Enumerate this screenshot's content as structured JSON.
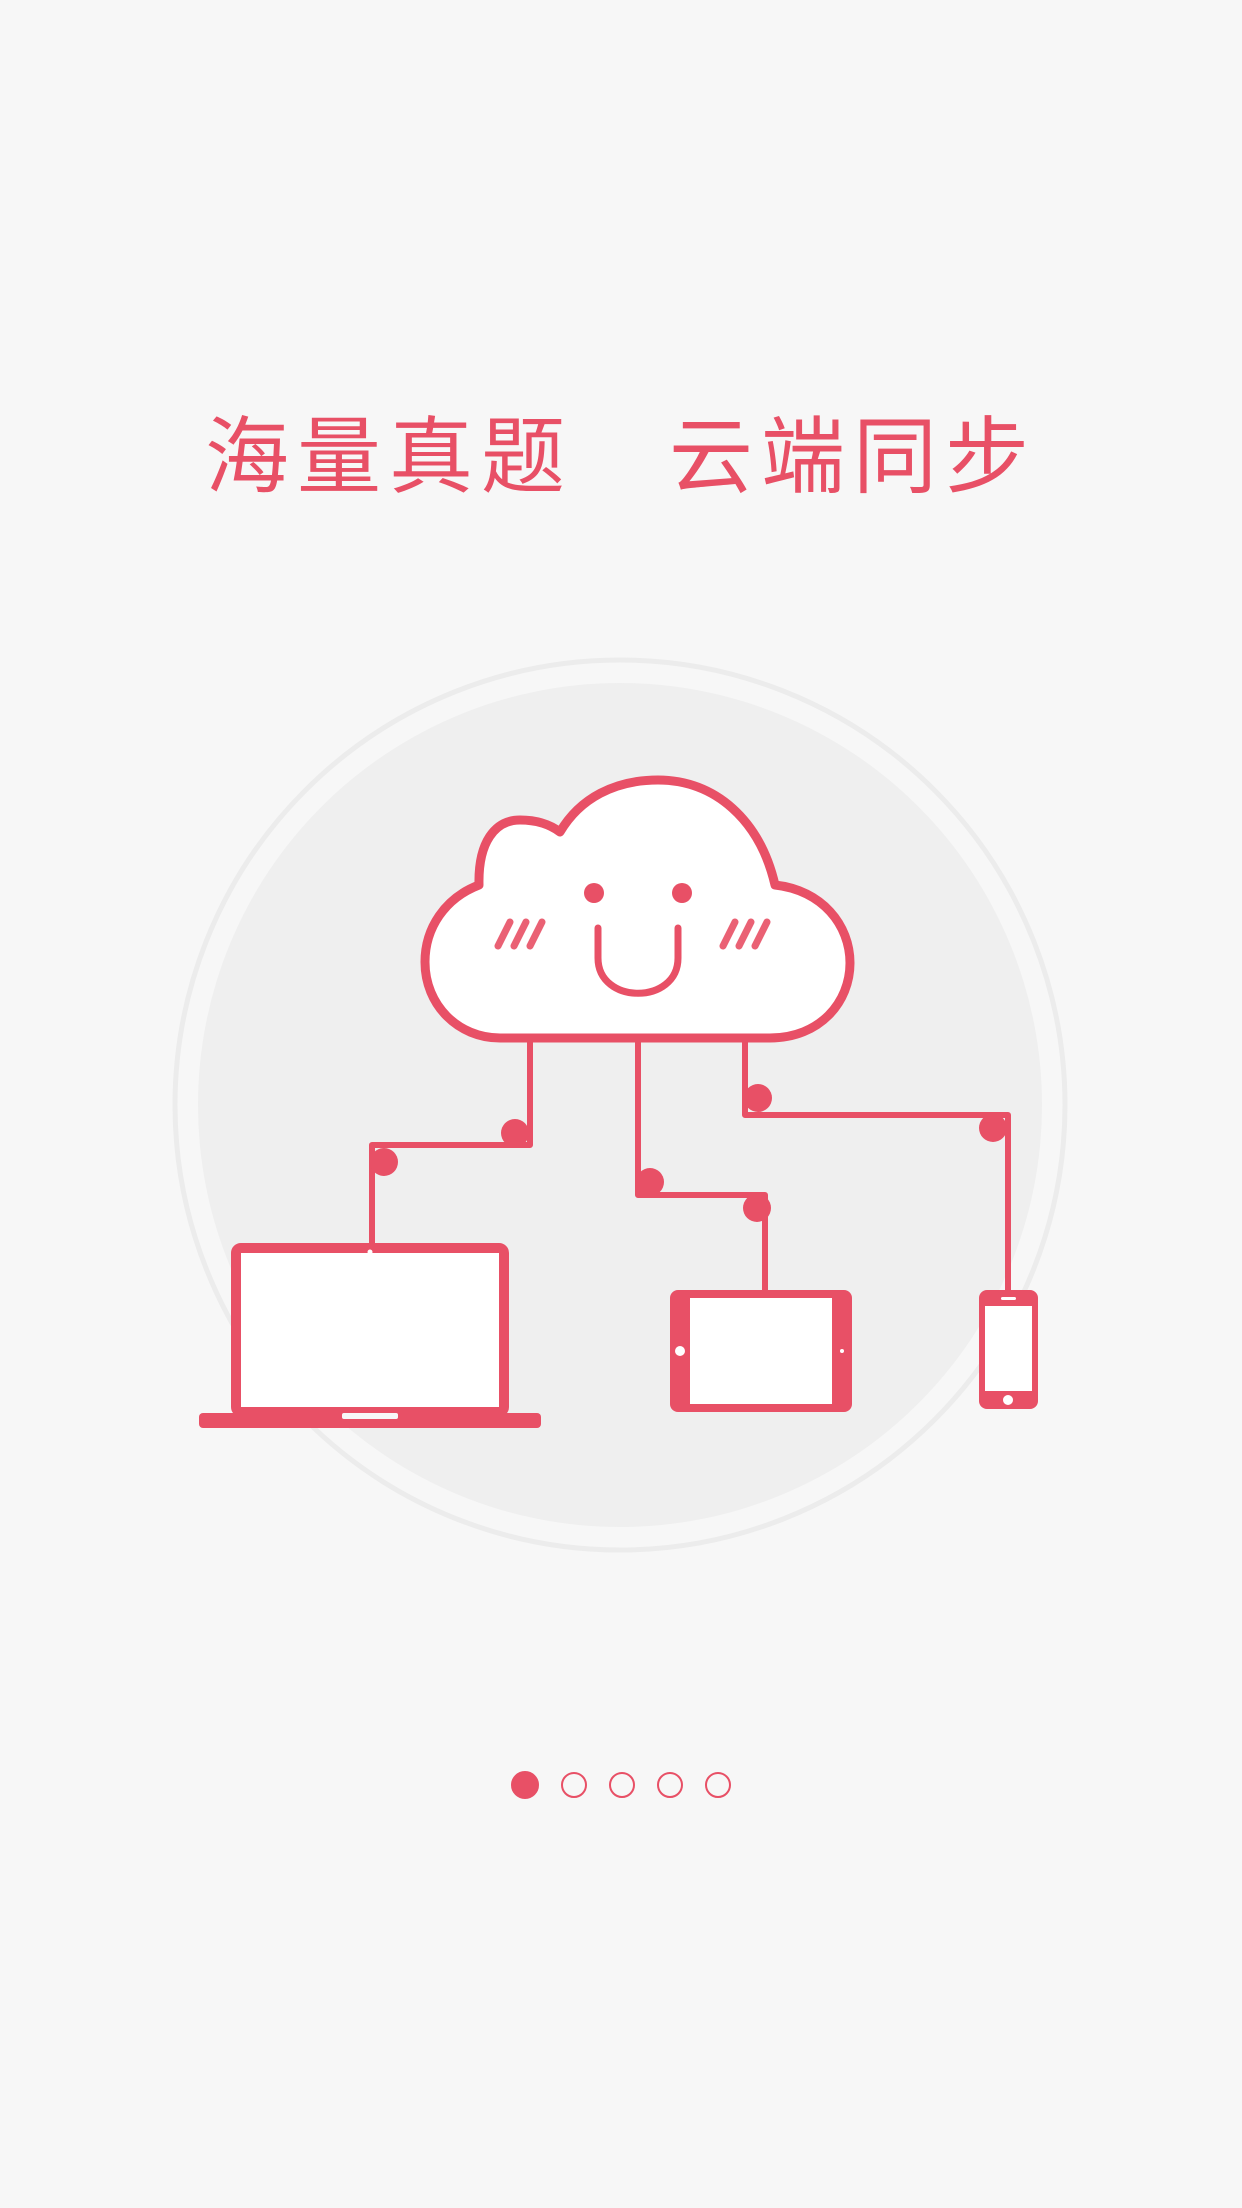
{
  "headline": {
    "left": "海量真题",
    "right": "云端同步"
  },
  "illustration": {
    "cloud": "smiling-cloud",
    "devices": [
      "laptop",
      "tablet",
      "phone"
    ]
  },
  "pager": {
    "total": 5,
    "active_index": 0,
    "dots": [
      "page-1",
      "page-2",
      "page-3",
      "page-4",
      "page-5"
    ]
  },
  "colors": {
    "accent": "#e85066",
    "background": "#f7f7f7",
    "circle_fill": "#efefef",
    "circle_ring": "#ececec"
  }
}
